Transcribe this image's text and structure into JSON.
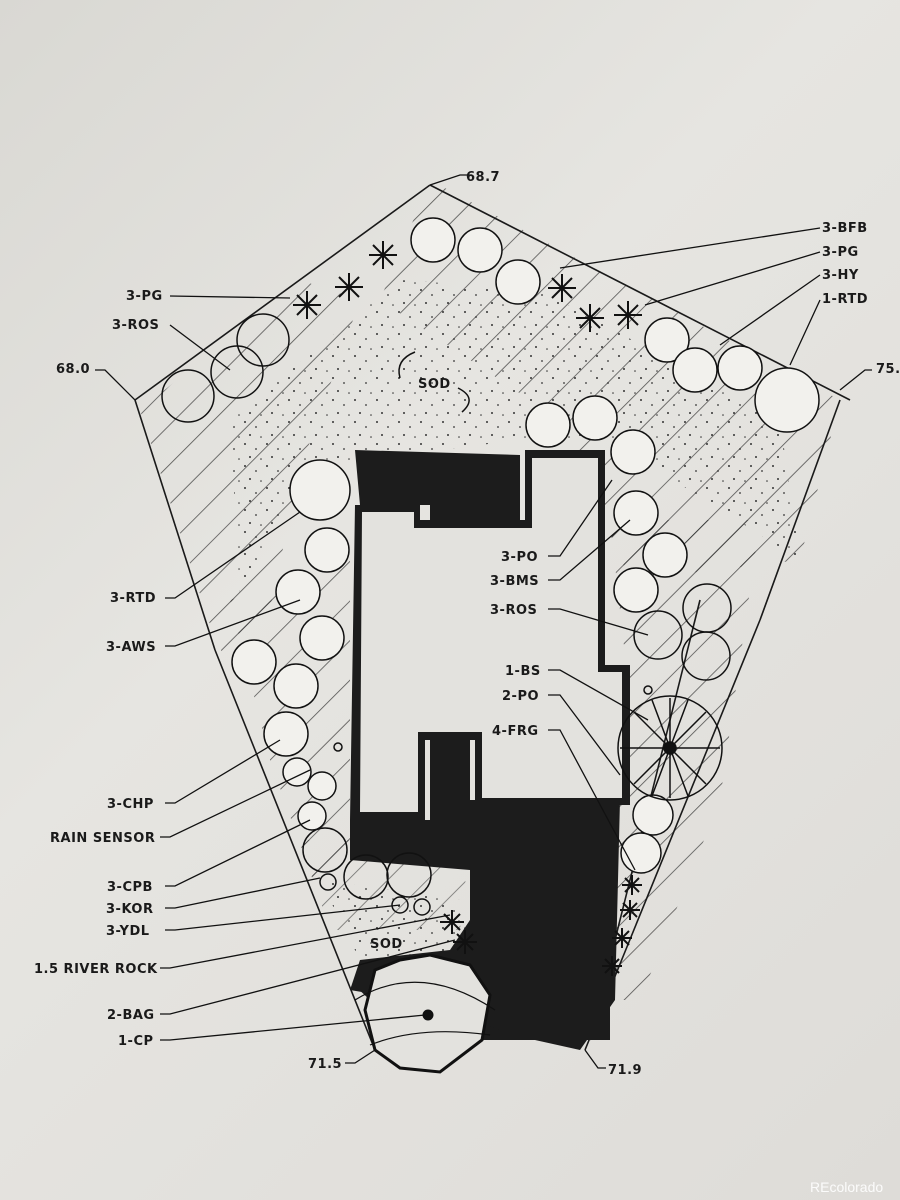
{
  "elevations": {
    "top": "68.7",
    "left": "68.0",
    "right": "75.",
    "bottom_left": "71.5",
    "bottom_right": "71.9"
  },
  "labels_right": [
    "3-BFB",
    "3-PG",
    "3-HY",
    "1-RTD"
  ],
  "labels_left_top": [
    "3-PG",
    "3-ROS"
  ],
  "labels_inner": [
    "3-PO",
    "3-BMS",
    "3-ROS",
    "1-BS",
    "2-PO",
    "4-FRG"
  ],
  "labels_left": [
    "3-RTD",
    "3-AWS",
    "3-CHP",
    "RAIN SENSOR",
    "3-CPB",
    "3-KOR",
    "3-YDL",
    "1.5 RIVER ROCK",
    "2-BAG",
    "1-CP"
  ],
  "areas": {
    "sod_main": "SOD",
    "sod_front": "SOD"
  },
  "watermark": "REcolorado"
}
